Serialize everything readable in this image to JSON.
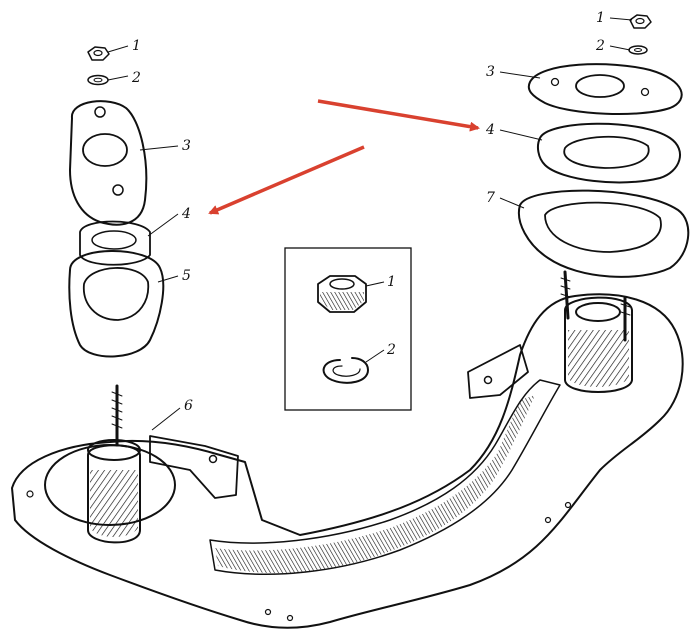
{
  "diagram": {
    "accent_color": "#d9412f",
    "ink_color": "#111111",
    "left_stack_callouts": [
      "1",
      "2",
      "3",
      "4",
      "5"
    ],
    "right_stack_callouts": [
      "1",
      "2",
      "3",
      "4",
      "7"
    ],
    "frame_callout": "6",
    "inset_callouts": [
      "1",
      "2"
    ],
    "arrows": 2
  }
}
